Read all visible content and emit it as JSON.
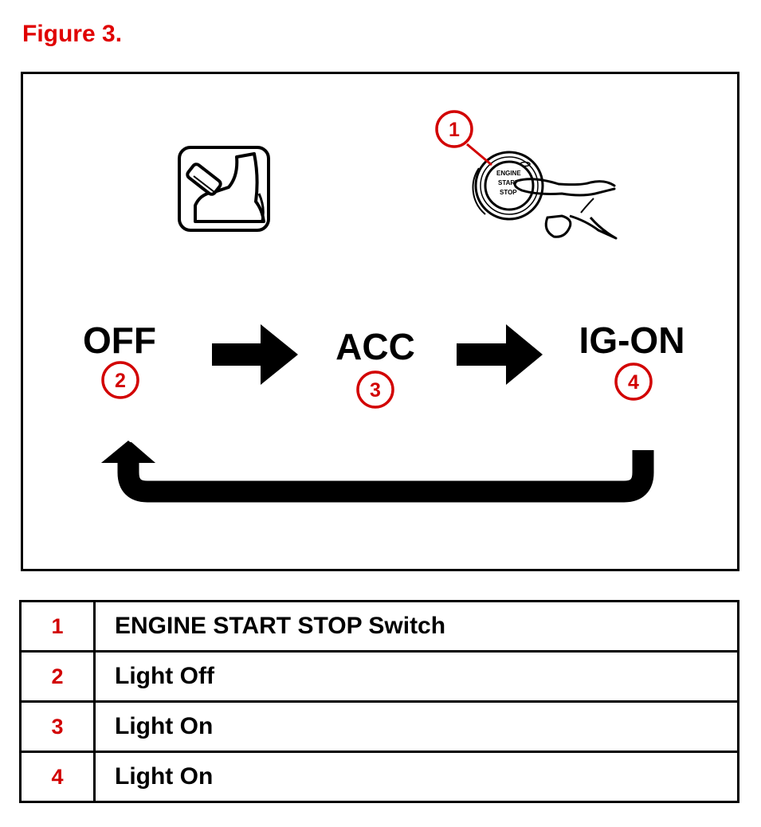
{
  "figure": {
    "title": "Figure 3."
  },
  "diagram": {
    "callouts": [
      {
        "number": "1",
        "target": "engine-start-stop-switch"
      },
      {
        "number": "2",
        "target": "state-off"
      },
      {
        "number": "3",
        "target": "state-acc"
      },
      {
        "number": "4",
        "target": "state-ig-on"
      }
    ],
    "states": [
      {
        "label": "OFF"
      },
      {
        "label": "ACC"
      },
      {
        "label": "IG-ON"
      }
    ],
    "switch_text": [
      "ENGINE",
      "START",
      "STOP"
    ],
    "icons": [
      "brake-pedal-icon",
      "push-button-hand-icon",
      "right-arrow-icon",
      "return-arrow-icon"
    ],
    "colors": {
      "callout_red": "#d20000",
      "title_red": "#e00000",
      "ink": "#000000"
    }
  },
  "legend": {
    "rows": [
      {
        "number": "1",
        "description": "ENGINE START STOP Switch"
      },
      {
        "number": "2",
        "description": "Light Off"
      },
      {
        "number": "3",
        "description": "Light On"
      },
      {
        "number": "4",
        "description": "Light On"
      }
    ]
  }
}
